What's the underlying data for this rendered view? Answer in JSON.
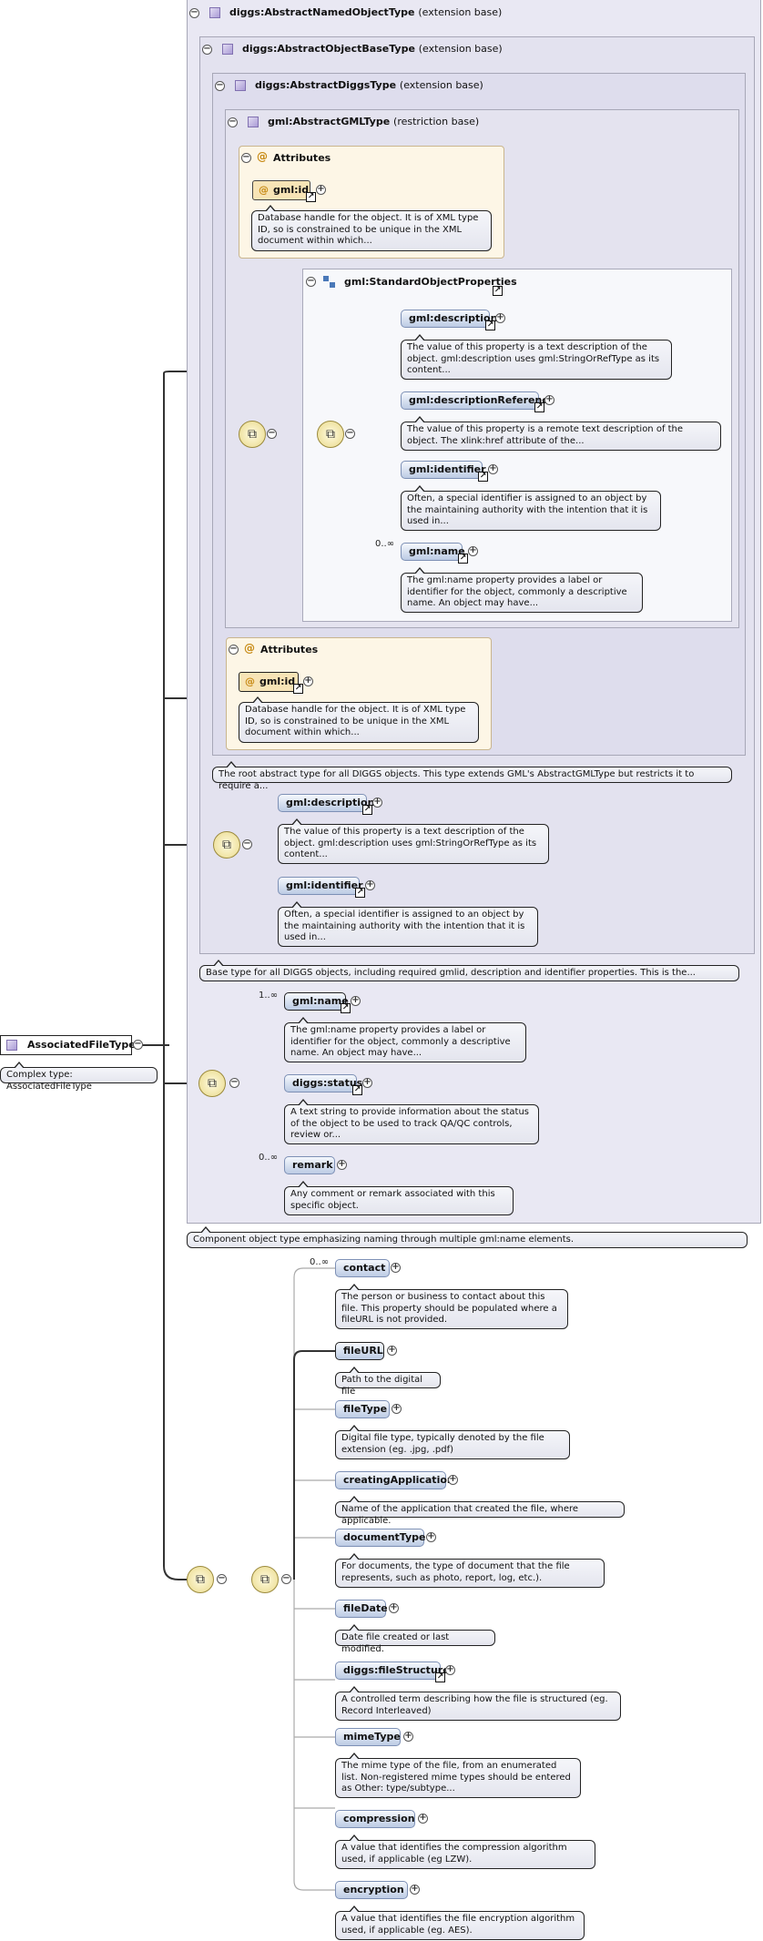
{
  "types": {
    "named": {
      "name": "diggs:AbstractNamedObjectType",
      "suffix": "(extension base)"
    },
    "objbase": {
      "name": "diggs:AbstractObjectBaseType",
      "suffix": "(extension base)"
    },
    "diggs": {
      "name": "diggs:AbstractDiggsType",
      "suffix": "(extension base)"
    },
    "gml": {
      "name": "gml:AbstractGMLType",
      "suffix": "(restriction base)"
    }
  },
  "attributes_label": "Attributes",
  "gml_id": "gml:id",
  "gml_id_note": "Database handle for the object. It is of XML type ID, so is constrained to be unique in the XML document within which...",
  "std_props": "gml:StandardObjectProperties",
  "gml_elements": [
    {
      "name": "gml:description",
      "note": "The value of this property is a text description of the object. gml:description uses gml:StringOrRefType as its content..."
    },
    {
      "name": "gml:descriptionReference",
      "note": "The value of this property is a remote text description of the object. The xlink:href attribute of the..."
    },
    {
      "name": "gml:identifier",
      "note": "Often, a special identifier is assigned to an object by the maintaining authority with the intention that it is used in..."
    },
    {
      "name": "gml:name",
      "card": "0..∞",
      "note": "The gml:name property provides a label or identifier for the object, commonly a descriptive name. An object may have..."
    }
  ],
  "diggs_doc": "The root abstract type for all DIGGS objects. This type extends GML's AbstractGMLType but restricts it to require a...",
  "objbase_elements": [
    {
      "name": "gml:description",
      "note": "The value of this property is a text description of the object. gml:description uses gml:StringOrRefType as its content..."
    },
    {
      "name": "gml:identifier",
      "note": "Often, a special identifier is assigned to an object by the maintaining authority with the intention that it is used in..."
    }
  ],
  "objbase_doc": "Base type for all DIGGS objects, including required gmlid, description and identifier properties. This is the...",
  "named_elements": [
    {
      "name": "gml:name",
      "card": "1..∞",
      "note": "The gml:name property provides a label or identifier for the object, commonly a descriptive name. An object may have..."
    },
    {
      "name": "diggs:status",
      "note": "A text string to provide information about the status of the object to be used to track QA/QC controls, review or..."
    },
    {
      "name": "remark",
      "card": "0..∞",
      "note": "Any comment or remark associated with this specific object."
    }
  ],
  "named_doc": "Component object type emphasizing naming through multiple gml:name elements.",
  "root": {
    "name": "AssociatedFileType",
    "note": "Complex type: AssociatedFileType"
  },
  "file_elements": [
    {
      "name": "contact",
      "card": "0..∞",
      "note": "The person or business to contact about this file. This property should be populated where a fileURL is not provided."
    },
    {
      "name": "fileURL",
      "note": "Path to the digital file"
    },
    {
      "name": "fileType",
      "note": "Digital file type, typically denoted by the file extension (eg. .jpg, .pdf)"
    },
    {
      "name": "creatingApplication",
      "note": "Name of the application that created the file, where applicable."
    },
    {
      "name": "documentType",
      "note": "For documents, the type of document that the file represents, such as photo, report, log, etc.)."
    },
    {
      "name": "fileDate",
      "note": "Date file created or last modified."
    },
    {
      "name": "diggs:fileStructure",
      "note": "A controlled term describing how the file is structured (eg. Record Interleaved)"
    },
    {
      "name": "mimeType",
      "note": "The mime type of the file, from an enumerated list. Non-registered mime types should be entered as Other: type/subtype..."
    },
    {
      "name": "compression",
      "note": "A value that identifies the compression algorithm used, if applicable (eg LZW)."
    },
    {
      "name": "encryption",
      "note": "A value that identifies the file encryption algorithm used, if applicable (eg. AES)."
    }
  ],
  "colors": {
    "box_bg": "#e9e8f3",
    "element_fill": "#bccbe4",
    "attr_fill": "#fdf6e6",
    "compositor": "#e9d98a"
  }
}
